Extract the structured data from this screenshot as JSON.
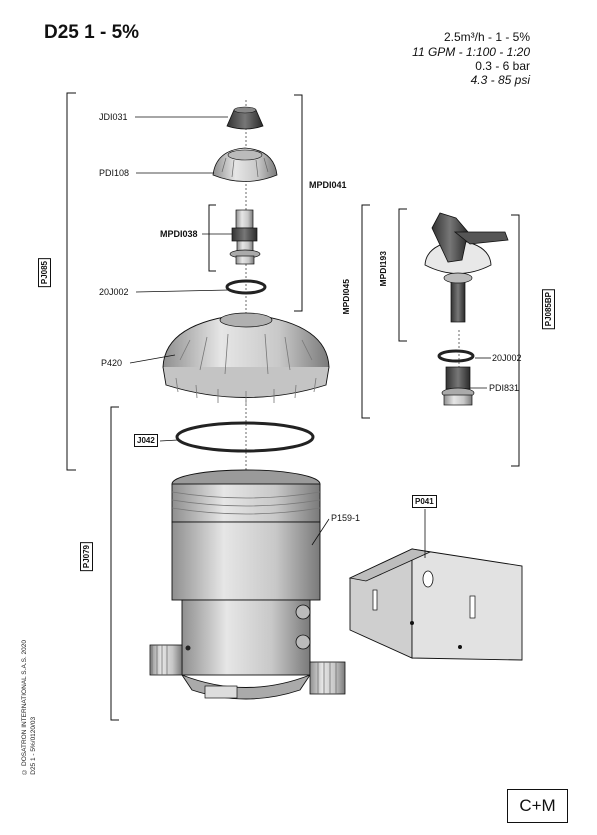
{
  "title": "D25 1 - 5%",
  "specs": {
    "flow": "2.5m³/h - 1   -   5%",
    "ratio": "11 GPM - 1:100 - 1:20",
    "pressure_bar": "0.3 - 6 bar",
    "pressure_psi": "4.3 - 85 psi"
  },
  "parts": {
    "jdi031": "JDI031",
    "pdi108": "PDI108",
    "mpdi038": "MPDI038",
    "j002_left": "20J002",
    "p420": "P420",
    "mpdi041": "MPDI041",
    "pj085": "PJ085",
    "j042": "J042",
    "p159": "P159-1",
    "pj079": "PJ079",
    "p041": "P041",
    "mpdi193": "MPDI193",
    "mpdi045": "MPDI045",
    "j002_right": "20J002",
    "pdi831": "PDI831",
    "pj085bp": "PJ085BP"
  },
  "copyright": {
    "line1": "© DOSATRON INTERNATIONAL S.A.S. 2020",
    "line2": "D25 1 - 5%/0120/03"
  },
  "badge": "C+M",
  "colors": {
    "part_fill": "#d9d9d9",
    "part_dark": "#555555",
    "line": "#111111"
  }
}
